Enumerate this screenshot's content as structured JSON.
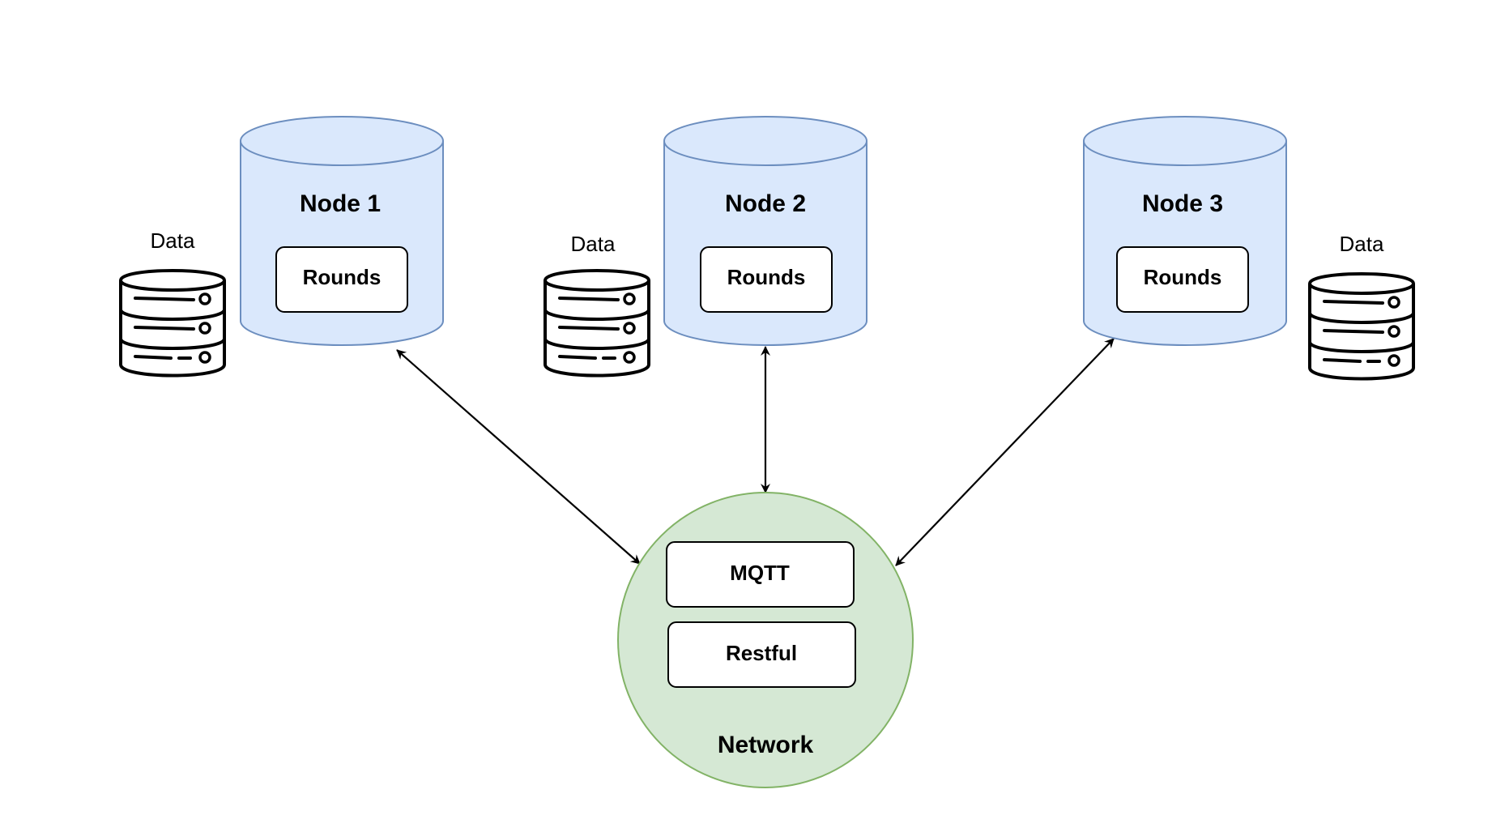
{
  "colors": {
    "node_fill": "#dae8fc",
    "node_stroke": "#6c8ebf",
    "network_fill": "#d5e8d4",
    "network_stroke": "#82b366",
    "box_fill": "#ffffff",
    "line": "#000000"
  },
  "nodes": [
    {
      "title": "Node 1",
      "box_label": "Rounds",
      "data_label": "Data",
      "icon": "database-server-icon"
    },
    {
      "title": "Node 2",
      "box_label": "Rounds",
      "data_label": "Data",
      "icon": "database-server-icon"
    },
    {
      "title": "Node 3",
      "box_label": "Rounds",
      "data_label": "Data",
      "icon": "database-server-icon"
    }
  ],
  "network": {
    "title": "Network",
    "protocols": [
      "MQTT",
      "Restful"
    ]
  },
  "connections": [
    {
      "from": "Node 1",
      "to": "Network",
      "direction": "bidirectional"
    },
    {
      "from": "Node 2",
      "to": "Network",
      "direction": "bidirectional"
    },
    {
      "from": "Node 3",
      "to": "Network",
      "direction": "bidirectional"
    }
  ]
}
